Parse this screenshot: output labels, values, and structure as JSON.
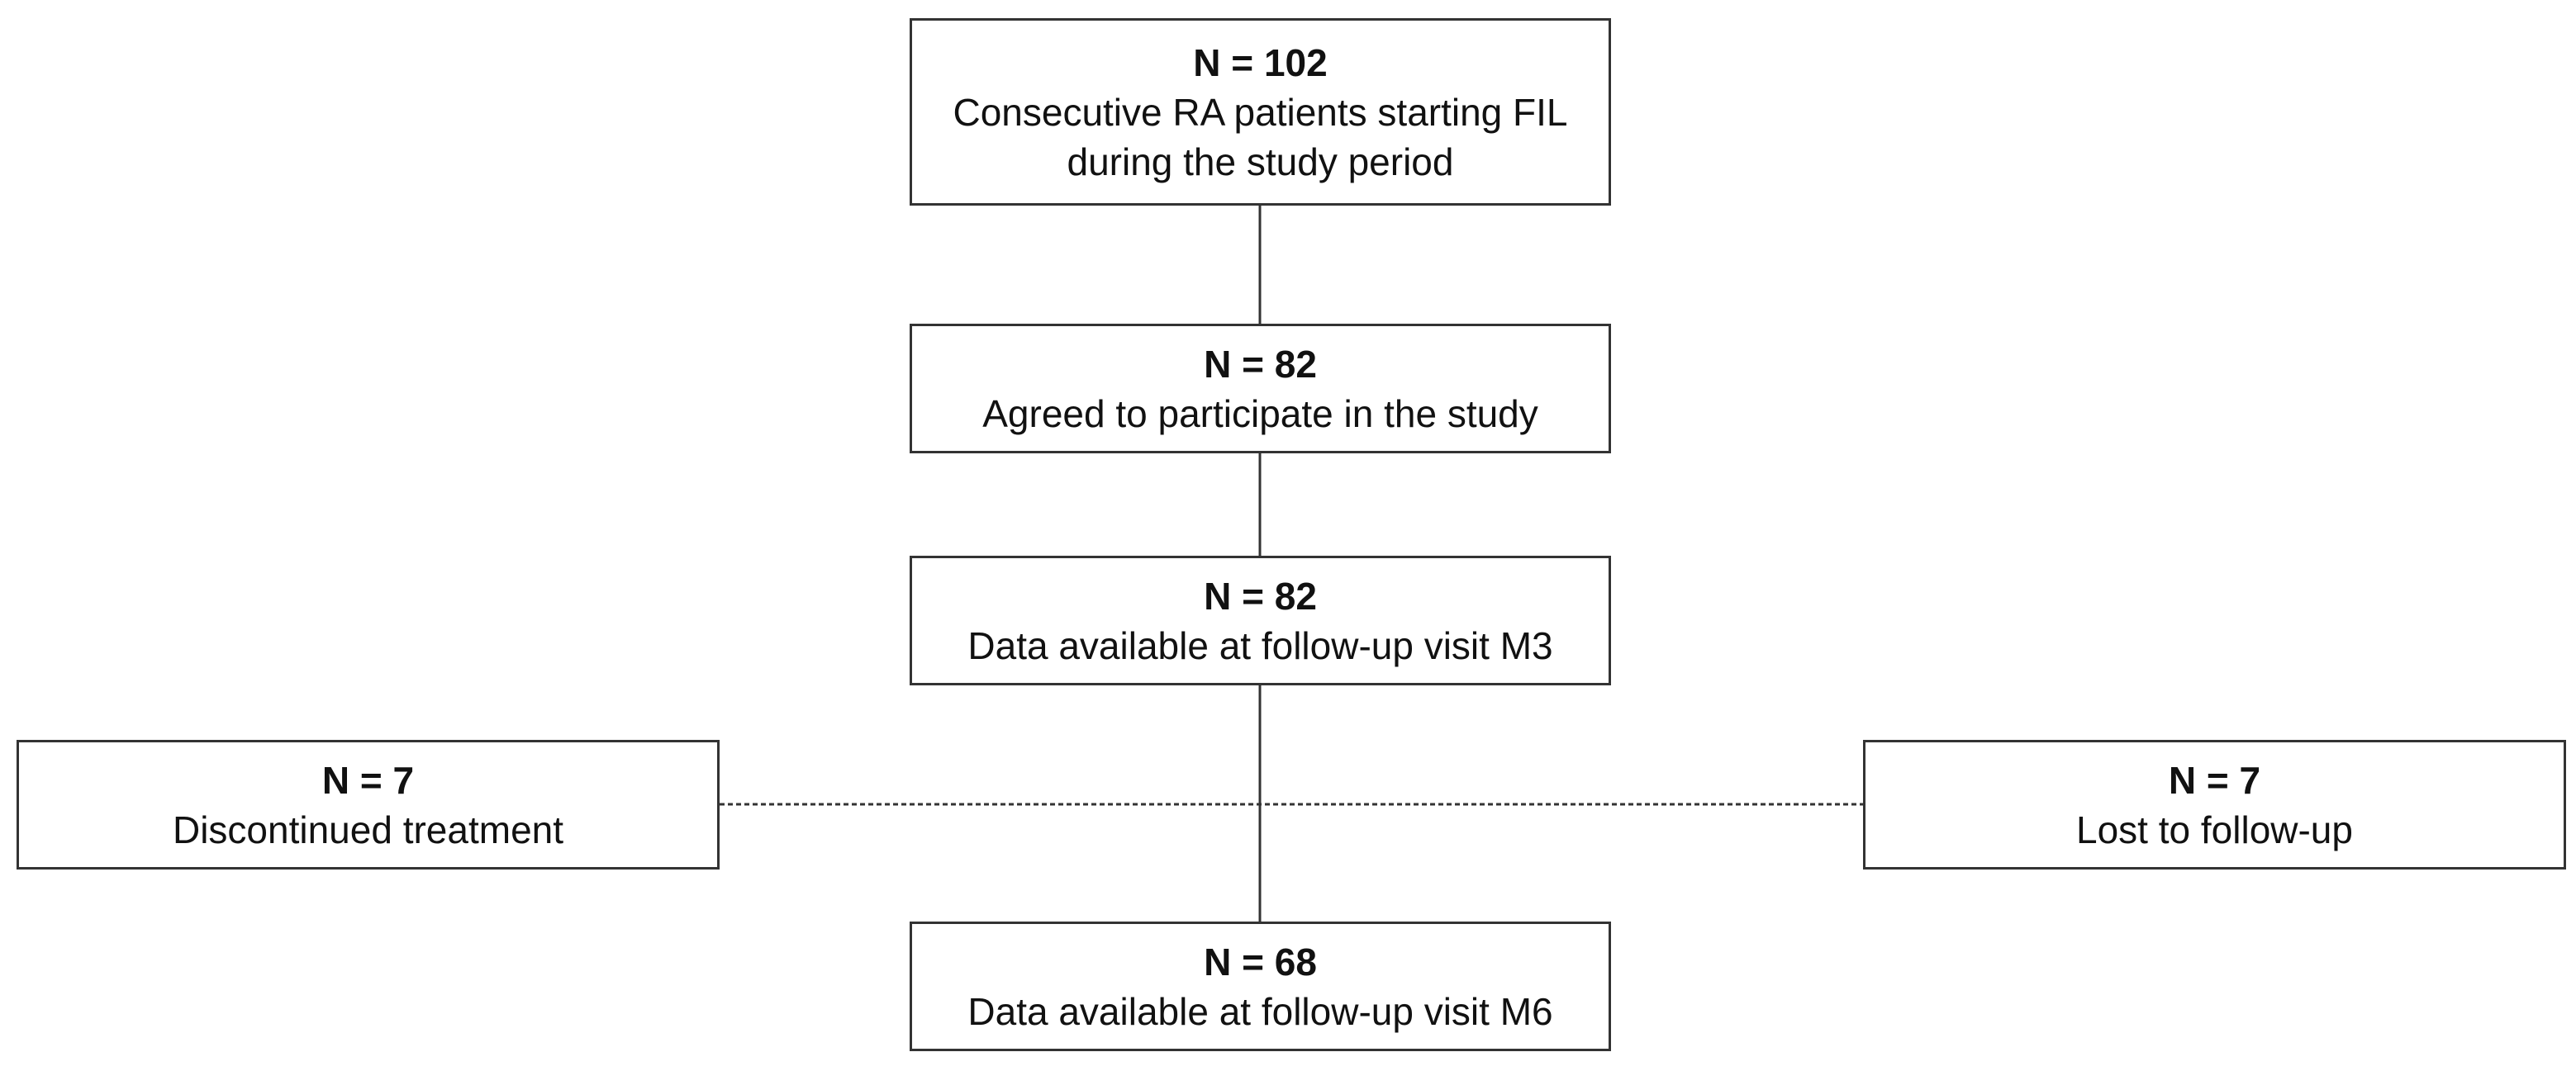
{
  "flowchart": {
    "enrolled": {
      "count": "N = 102",
      "description": "Consecutive RA patients starting FIL\nduring the study period"
    },
    "agreed": {
      "count": "N = 82",
      "description": "Agreed to participate in the study"
    },
    "m3": {
      "count": "N = 82",
      "description": "Data available at follow-up visit M3"
    },
    "discontinued": {
      "count": "N = 7",
      "description": "Discontinued treatment"
    },
    "lost": {
      "count": "N = 7",
      "description": "Lost to follow-up"
    },
    "m6": {
      "count": "N = 68",
      "description": "Data available at follow-up visit M6"
    }
  },
  "colors": {
    "border": "#333333",
    "solid_line": "#333333",
    "dashed_line": "#333333",
    "text": "#111111"
  }
}
